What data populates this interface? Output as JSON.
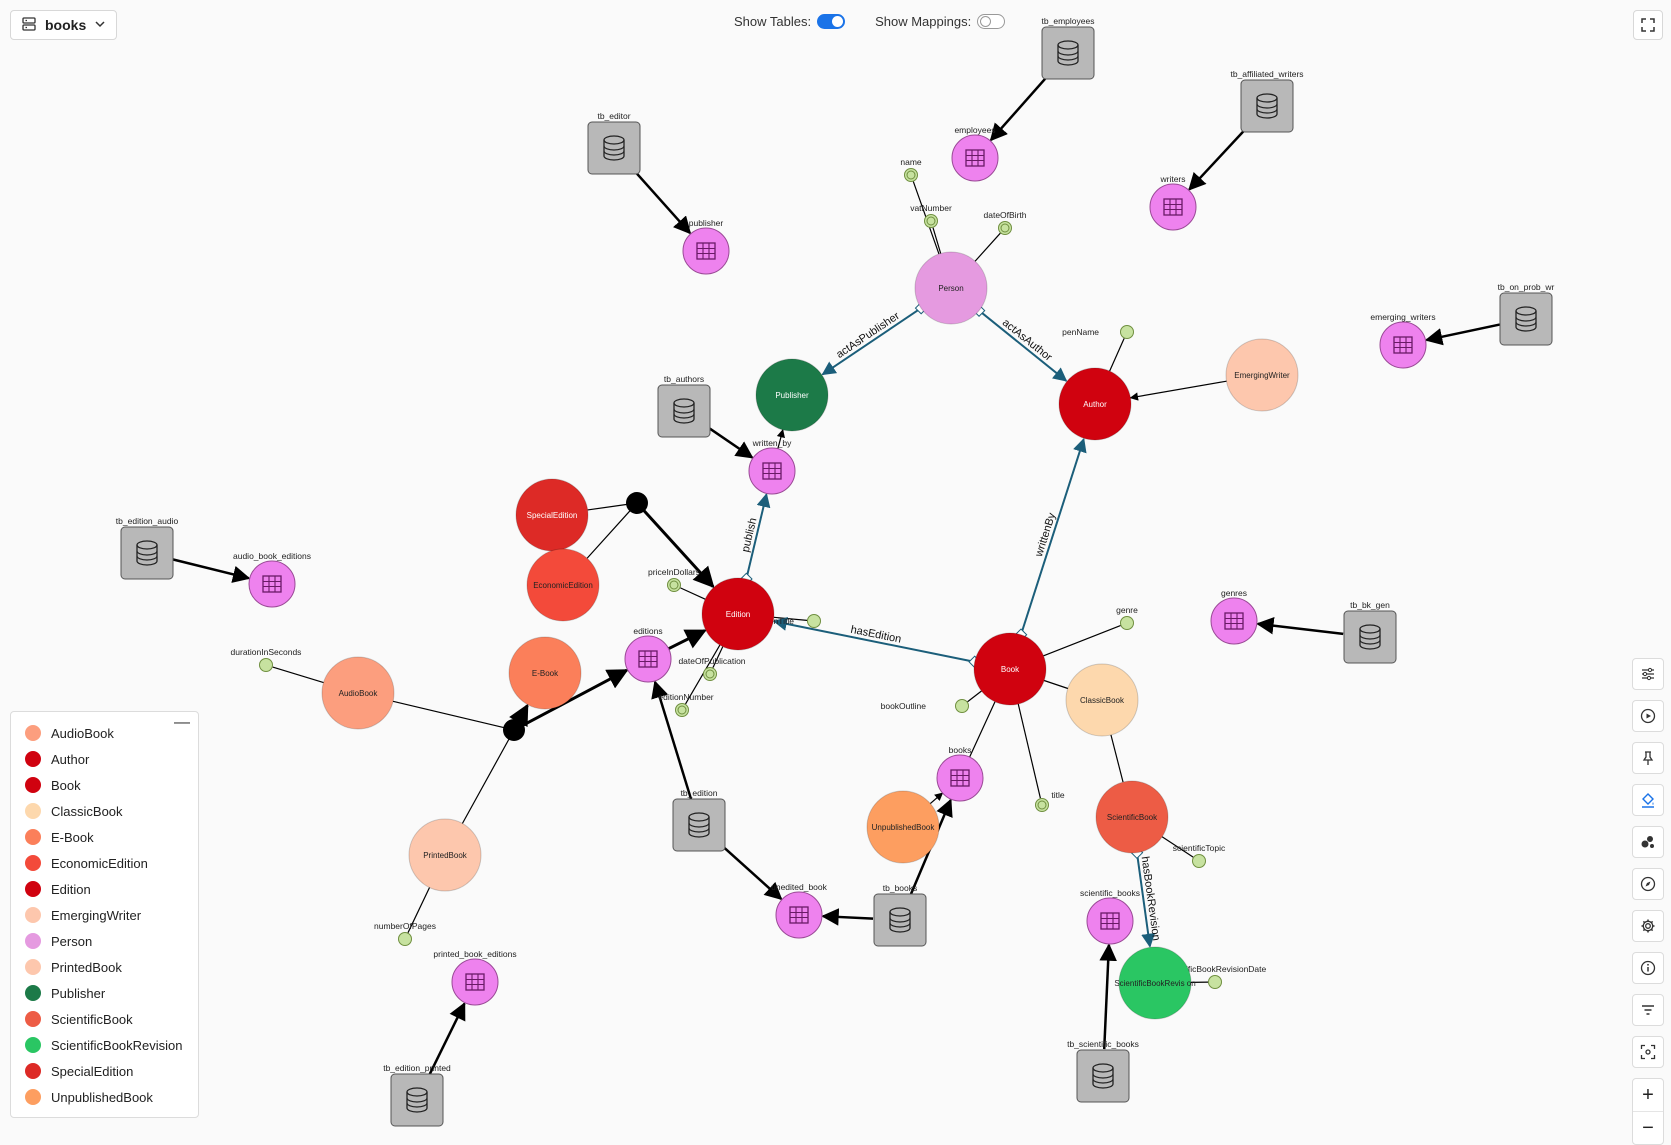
{
  "toolbar": {
    "database": "books",
    "show_tables_label": "Show Tables:",
    "show_tables_on": true,
    "show_mappings_label": "Show Mappings:",
    "show_mappings_on": false
  },
  "legend": {
    "collapse_symbol": "—",
    "items": [
      {
        "label": "AudioBook",
        "color": "#fc9e7e"
      },
      {
        "label": "Author",
        "color": "#d0020f"
      },
      {
        "label": "Book",
        "color": "#d0020f"
      },
      {
        "label": "ClassicBook",
        "color": "#fdd8ad"
      },
      {
        "label": "E-Book",
        "color": "#fb7f5a"
      },
      {
        "label": "EconomicEdition",
        "color": "#f34a3a"
      },
      {
        "label": "Edition",
        "color": "#d0020f"
      },
      {
        "label": "EmergingWriter",
        "color": "#fdc7ad"
      },
      {
        "label": "Person",
        "color": "#e59ae0"
      },
      {
        "label": "PrintedBook",
        "color": "#fdc7ad"
      },
      {
        "label": "Publisher",
        "color": "#1c7a48"
      },
      {
        "label": "ScientificBook",
        "color": "#ed5c45"
      },
      {
        "label": "ScientificBookRevision",
        "color": "#2ac663"
      },
      {
        "label": "SpecialEdition",
        "color": "#dd2a26"
      },
      {
        "label": "UnpublishedBook",
        "color": "#fd9e60"
      }
    ]
  },
  "colors": {
    "table_node": "#ee82ee",
    "db_node": "#b8b8b8",
    "attribute": "#c7e2a0",
    "relation_edge": "#1b5e7a",
    "accent": "#1a73e8"
  },
  "graph": {
    "classes": [
      {
        "id": "Person",
        "label": "Person",
        "color": "#e59ae0"
      },
      {
        "id": "Publisher",
        "label": "Publisher",
        "color": "#1c7a48"
      },
      {
        "id": "Author",
        "label": "Author",
        "color": "#d0020f"
      },
      {
        "id": "EmergingWriter",
        "label": "EmergingWriter",
        "color": "#fdc7ad"
      },
      {
        "id": "SpecialEdition",
        "label": "SpecialEdition",
        "color": "#dd2a26"
      },
      {
        "id": "EconomicEdition",
        "label": "EconomicEdition",
        "color": "#f34a3a"
      },
      {
        "id": "Edition",
        "label": "Edition",
        "color": "#d0020f"
      },
      {
        "id": "EBook",
        "label": "E-Book",
        "color": "#fb7f5a"
      },
      {
        "id": "AudioBook",
        "label": "AudioBook",
        "color": "#fc9e7e"
      },
      {
        "id": "Book",
        "label": "Book",
        "color": "#d0020f"
      },
      {
        "id": "ClassicBook",
        "label": "ClassicBook",
        "color": "#fdd8ad"
      },
      {
        "id": "PrintedBook",
        "label": "PrintedBook",
        "color": "#fdc7ad"
      },
      {
        "id": "UnpublishedBook",
        "label": "UnpublishedBook",
        "color": "#fd9e60"
      },
      {
        "id": "ScientificBook",
        "label": "ScientificBook",
        "color": "#ed5c45"
      },
      {
        "id": "ScientificBookRevision",
        "label": "ScientificBookRevis on",
        "color": "#2ac663"
      }
    ],
    "tables": [
      {
        "id": "t_employees",
        "label": "employees"
      },
      {
        "id": "t_writers",
        "label": "writers"
      },
      {
        "id": "t_publisher",
        "label": "publisher"
      },
      {
        "id": "t_emerging",
        "label": "emerging_writers"
      },
      {
        "id": "t_writtenby",
        "label": "written_by"
      },
      {
        "id": "t_audio",
        "label": "audio_book_editions"
      },
      {
        "id": "t_editions",
        "label": "editions"
      },
      {
        "id": "t_genres",
        "label": "genres"
      },
      {
        "id": "t_books",
        "label": "books"
      },
      {
        "id": "t_unedited",
        "label": "unedited_book"
      },
      {
        "id": "t_scientific",
        "label": "scientific_books"
      },
      {
        "id": "t_printed",
        "label": "printed_book_editions"
      }
    ],
    "databases": [
      {
        "id": "d_employees",
        "label": "tb_employees"
      },
      {
        "id": "d_affiliated",
        "label": "tb_affiliated_writers"
      },
      {
        "id": "d_editor",
        "label": "tb_editor"
      },
      {
        "id": "d_onprob",
        "label": "tb_on_prob_wr"
      },
      {
        "id": "d_authors",
        "label": "tb_authors"
      },
      {
        "id": "d_audio",
        "label": "tb_edition_audio"
      },
      {
        "id": "d_bkgen",
        "label": "tb_bk_gen"
      },
      {
        "id": "d_edition",
        "label": "tb_edition"
      },
      {
        "id": "d_books",
        "label": "tb_books"
      },
      {
        "id": "d_scientific",
        "label": "tb_scientific_books"
      },
      {
        "id": "d_printed",
        "label": "tb_edition_printed"
      }
    ],
    "attributes": [
      {
        "id": "a_name",
        "label": "name",
        "key": true
      },
      {
        "id": "a_vat",
        "label": "vatNumber",
        "key": true
      },
      {
        "id": "a_dob",
        "label": "dateOfBirth",
        "key": true
      },
      {
        "id": "a_pen",
        "label": "penName",
        "key": false
      },
      {
        "id": "a_price",
        "label": "priceInDollars",
        "key": true
      },
      {
        "id": "a_edtitle",
        "label": "editionTitle",
        "key": false
      },
      {
        "id": "a_dop",
        "label": "dateOfPublication",
        "key": true
      },
      {
        "id": "a_ednum",
        "label": "editionNumber",
        "key": true
      },
      {
        "id": "a_duration",
        "label": "durationInSeconds",
        "key": false
      },
      {
        "id": "a_genre",
        "label": "genre",
        "key": false
      },
      {
        "id": "a_outline",
        "label": "bookOutline",
        "key": false
      },
      {
        "id": "a_title",
        "label": "title",
        "key": true
      },
      {
        "id": "a_pages",
        "label": "numberOfPages",
        "key": false
      },
      {
        "id": "a_topic",
        "label": "scientificTopic",
        "key": false
      },
      {
        "id": "a_revdate",
        "label": "scientificBookRevisionDate",
        "key": false
      }
    ],
    "relations": [
      {
        "label": "actAsPublisher"
      },
      {
        "label": "actAsAuthor"
      },
      {
        "label": "publish"
      },
      {
        "label": "writtenBy"
      },
      {
        "label": "hasEdition"
      },
      {
        "label": "hasBookRevision"
      }
    ]
  }
}
